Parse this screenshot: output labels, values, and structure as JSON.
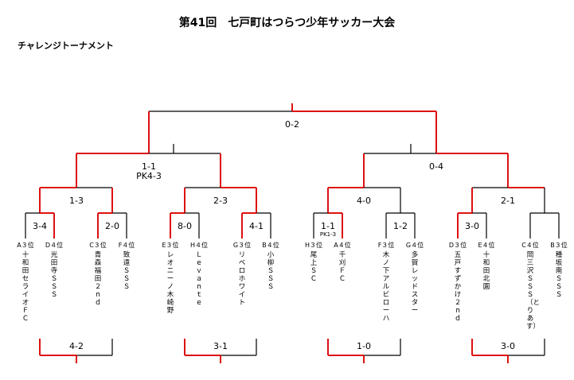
{
  "title": "第41回　七戸町はつらつ少年サッカー大会",
  "subtitle": "チャレンジトーナメント",
  "colors": {
    "winner_line": "#dd1111",
    "loser_line": "#000000"
  },
  "scores": {
    "final": "0-2",
    "semi_left": "1-1",
    "semi_left_pk": "PK4-3",
    "semi_right": "0-4",
    "q1": "1-3",
    "q2": "2-3",
    "q3": "4-0",
    "q4": "2-1",
    "r1": "3-4",
    "r2": "2-0",
    "r3": "8-0",
    "r4": "4-1",
    "r5": "1-1",
    "r5_pk": "PK1-3",
    "r6": "1-2",
    "r7": "3-0",
    "r8": "",
    "cons1": "4-2",
    "cons2": "3-1",
    "cons3": "1-0",
    "cons4": "3-0"
  },
  "teams": [
    {
      "seed": "A３位",
      "name": "十和田セライオＦＣ"
    },
    {
      "seed": "D４位",
      "name": "光田寺ＳＳＳ"
    },
    {
      "seed": "C３位",
      "name": "青森福田２ｎｄ"
    },
    {
      "seed": "F４位",
      "name": "致遠ＳＳＳ"
    },
    {
      "seed": "E３位",
      "name": "レオニーノ木崎野"
    },
    {
      "seed": "H４位",
      "name": "Ｌｅｖａｎｔｅ"
    },
    {
      "seed": "G３位",
      "name": "リベロホワイト"
    },
    {
      "seed": "B４位",
      "name": "小柳ＳＳＳ"
    },
    {
      "seed": "H３位",
      "name": "尾上ＳＣ"
    },
    {
      "seed": "A４位",
      "name": "千刈ＦＣ"
    },
    {
      "seed": "F３位",
      "name": "木ノ下アルビローハ"
    },
    {
      "seed": "G４位",
      "name": "多賀レッドスター"
    },
    {
      "seed": "D３位",
      "name": "五戸すずかけ２ｎｄ"
    },
    {
      "seed": "E４位",
      "name": "十和田北園"
    },
    {
      "seed": "C４位",
      "name": "岡三沢ＳＳＳ（とりあす）"
    },
    {
      "seed": "B３位",
      "name": "種坂南ＳＳＳ"
    }
  ]
}
